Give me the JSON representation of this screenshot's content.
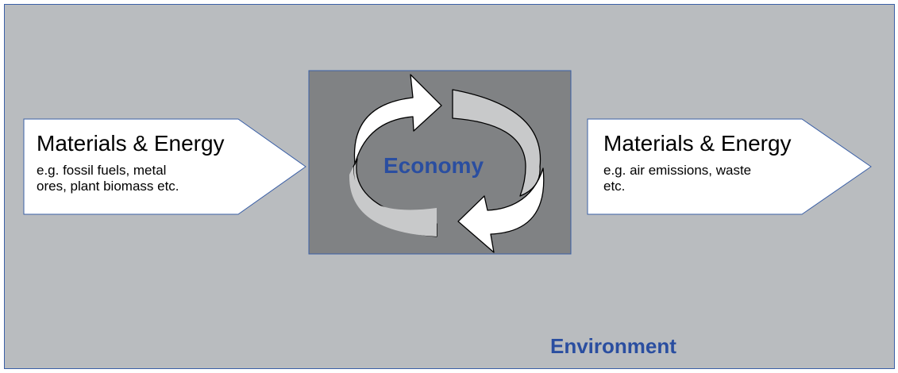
{
  "input_arrow": {
    "title": "Materials & Energy",
    "desc_line1": "e.g. fossil fuels, metal",
    "desc_line2": "ores, plant biomass etc."
  },
  "output_arrow": {
    "title": "Materials & Energy",
    "desc_line1": "e.g. air emissions, waste",
    "desc_line2": "etc."
  },
  "economy": {
    "label": "Economy",
    "icon": "circular-flow-arrows-icon"
  },
  "environment": {
    "label": "Environment"
  },
  "colors": {
    "environment_fill": "#b9bcbf",
    "economy_fill": "#808284",
    "border": "#3a5fa6",
    "label_blue": "#2a4ea0",
    "arrow_fill": "#ffffff",
    "cycle_band_fill": "#c8c9ca"
  }
}
